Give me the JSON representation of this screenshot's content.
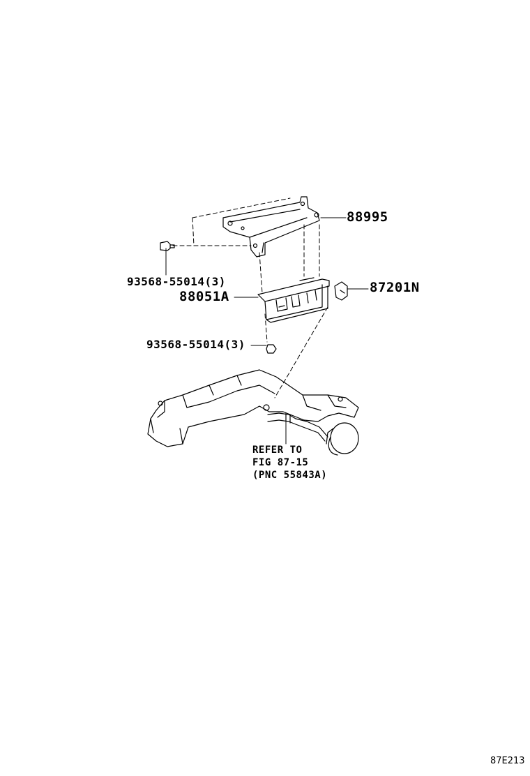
{
  "callouts": {
    "bracket_part": "88995",
    "bolt_upper": "93568-55014(3)",
    "module_part": "88051A",
    "connector_part": "87201N",
    "bolt_lower": "93568-55014(3)"
  },
  "reference_note": {
    "line1": "REFER TO",
    "line2": "FIG 87-15",
    "line3": "(PNC 55843A)"
  },
  "figure_code": "87E213"
}
